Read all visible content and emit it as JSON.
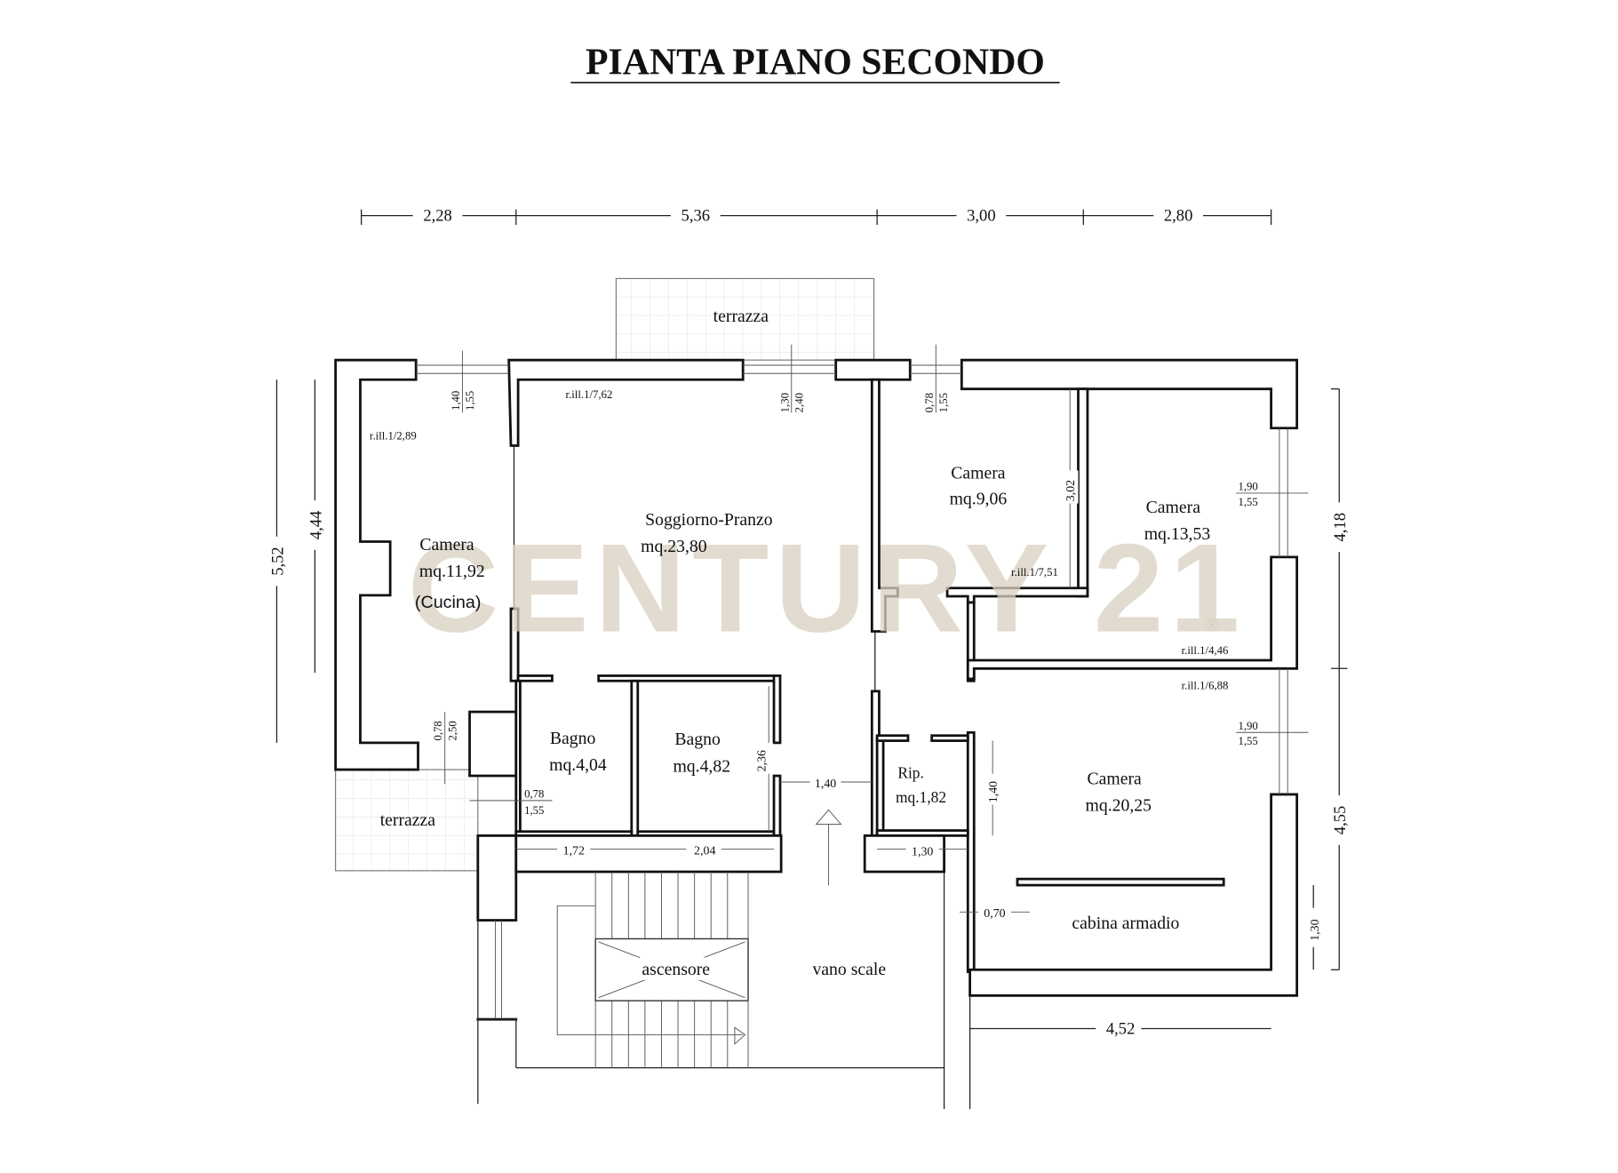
{
  "title": "PIANTA PIANO SECONDO",
  "watermark": {
    "text": "CENTURY 21",
    "mark": "®",
    "color": "#d9d0bf"
  },
  "rooms": {
    "camera_left": {
      "name": "Camera",
      "area": "mq.11,92",
      "note": "(Cucina)",
      "ratio": "r.ill.1/2,89"
    },
    "soggiorno": {
      "name": "Soggiorno-Pranzo",
      "area": "mq.23,80",
      "ratio": "r.ill.1/7,62"
    },
    "camera_906": {
      "name": "Camera",
      "area": "mq.9,06",
      "ratio": "r.ill.1/7,51"
    },
    "camera_1353": {
      "name": "Camera",
      "area": "mq.13,53",
      "ratio": "r.ill.1/4,46"
    },
    "camera_2025": {
      "name": "Camera",
      "area": "mq.20,25",
      "ratio": "r.ill.1/6,88"
    },
    "bagno1": {
      "name": "Bagno",
      "area": "mq.4,04"
    },
    "bagno2": {
      "name": "Bagno",
      "area": "mq.4,82"
    },
    "rip": {
      "name": "Rip.",
      "area": "mq.1,82"
    },
    "terrazza_top": {
      "name": "terrazza"
    },
    "terrazza_left": {
      "name": "terrazza"
    },
    "ascensore": {
      "name": "ascensore"
    },
    "vano_scale": {
      "name": "vano scale"
    },
    "cabina": {
      "name": "cabina armadio"
    }
  },
  "dimensions": {
    "top": [
      "2,28",
      "5,36",
      "3,00",
      "2,80"
    ],
    "left_outer": "5,52",
    "left_inner": "4,44",
    "right_upper": "4,18",
    "right_lower": "4,55",
    "right_small": "1,30",
    "bottom_right": "4,52",
    "bagno1_width": "1,72",
    "bagno2_width": "2,04",
    "rip_width": "1,30",
    "corridor": "1,40",
    "bagno2_depth": "2,36",
    "camera2025_depth": "1,40",
    "closet_gap": "0,70",
    "camera906_depth": "3,02"
  },
  "windows": {
    "w1": [
      "1,40",
      "1,55"
    ],
    "w2": [
      "1,30",
      "2,40"
    ],
    "w3": [
      "0,78",
      "1,55"
    ],
    "w4": [
      "1,90",
      "1,55"
    ],
    "w5": [
      "1,90",
      "1,55"
    ],
    "w6": [
      "0,78",
      "2,50"
    ],
    "w7": [
      "0,78",
      "1,55"
    ]
  }
}
